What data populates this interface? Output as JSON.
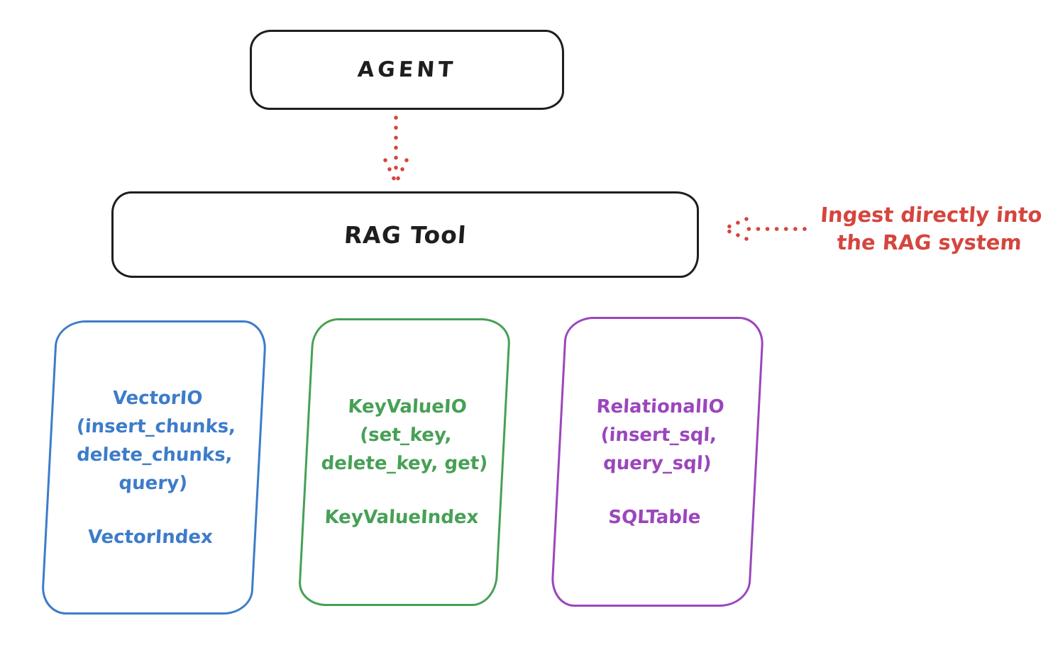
{
  "diagram": {
    "agent_box": {
      "label": "AGENT"
    },
    "rag_tool_box": {
      "label": "RAG Tool"
    },
    "annotation": {
      "lines": [
        "Ingest directly into",
        "the RAG system"
      ],
      "color": "#d5453e"
    },
    "arrows": [
      {
        "name": "agent-to-rag-tool",
        "style": "dotted",
        "direction": "down",
        "color": "#d5453e"
      },
      {
        "name": "annotation-to-rag-tool",
        "style": "dotted",
        "direction": "left",
        "color": "#d5453e"
      }
    ],
    "stores": [
      {
        "name": "vector-io",
        "color": "#3d7cc9",
        "lines": [
          "VectorIO",
          "(insert_chunks,",
          "delete_chunks,",
          "query)"
        ],
        "index_label": "VectorIndex"
      },
      {
        "name": "keyvalue-io",
        "color": "#47a055",
        "lines": [
          "KeyValueIO",
          "(set_key,",
          "delete_key, get)"
        ],
        "index_label": "KeyValueIndex"
      },
      {
        "name": "relational-io",
        "color": "#9b46bd",
        "lines": [
          "RelationalIO",
          "(insert_sql,",
          "query_sql)"
        ],
        "index_label": "SQLTable"
      }
    ],
    "colors": {
      "stroke": "#1e1e1e",
      "red": "#d5453e",
      "blue": "#3d7cc9",
      "green": "#47a055",
      "purple": "#9b46bd",
      "background": "#ffffff"
    }
  }
}
